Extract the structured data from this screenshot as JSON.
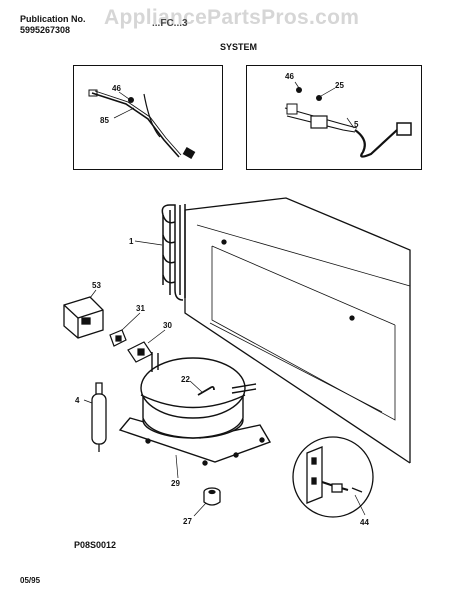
{
  "header": {
    "publication_label": "Publication No.",
    "publication_number": "5995267308",
    "model_fragment": "...FC...3",
    "section_title": "SYSTEM",
    "watermark": "AppliancePartsPros.com"
  },
  "callouts": {
    "wiring_clip_screw": "46",
    "wiring_harness": "85",
    "thermostat_screw": "46",
    "screw_25": "25",
    "power_cord": "5",
    "condenser": "1",
    "relay_cover": "53",
    "overload": "31",
    "relay": "30",
    "compressor_clip": "22",
    "drier": "4",
    "compressor": "29",
    "grommet": "27",
    "outlet_plug": "44"
  },
  "footer": {
    "diagram_code": "P08S0012",
    "date_code": "05/95"
  },
  "colors": {
    "ink": "#111111",
    "watermark": "#d6d6d6",
    "background": "#ffffff"
  }
}
